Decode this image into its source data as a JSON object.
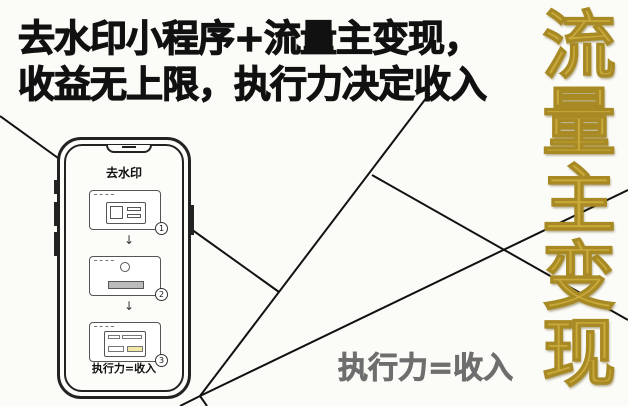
{
  "headline": {
    "line1": "去水印小程序+流量主变现，",
    "line2": "收益无上限，执行力决定收入"
  },
  "vertical_title": [
    "流",
    "量",
    "主",
    "变",
    "现"
  ],
  "tagline": "执行力=收入",
  "phone": {
    "title": "去水印",
    "steps": [
      {
        "number": "1",
        "icon": "image-card-icon"
      },
      {
        "number": "2",
        "icon": "search-magic-icon"
      },
      {
        "number": "3",
        "icon": "form-result-icon"
      }
    ],
    "arrow": "↓",
    "footer": "执行力=收入"
  },
  "colors": {
    "gold": "#c9a93a",
    "gray_text": "#6e6e6e",
    "highlight": "#f1e7a6"
  }
}
